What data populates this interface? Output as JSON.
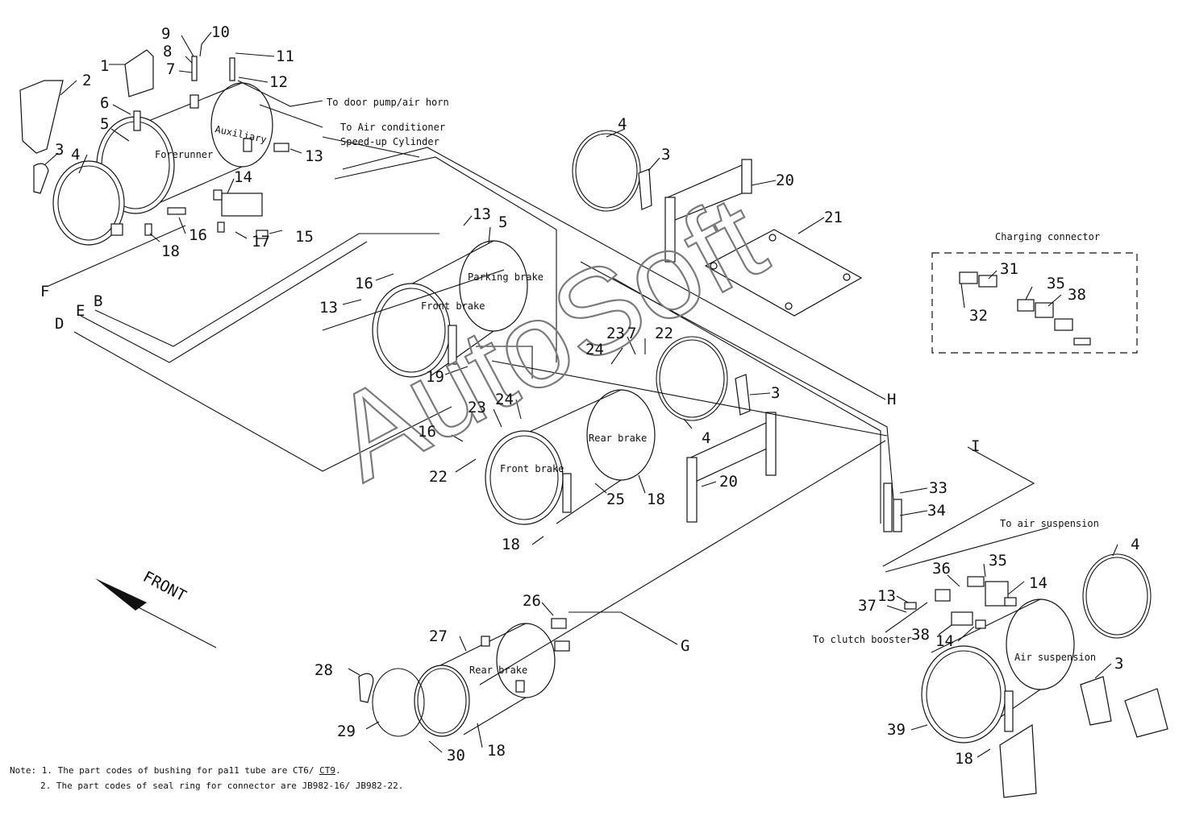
{
  "watermark": "AutoSoft",
  "labels": {
    "n1": "1",
    "n2": "2",
    "n3a": "3",
    "n4a": "4",
    "n5a": "5",
    "n6": "6",
    "n7": "7",
    "n8": "8",
    "n9": "9",
    "n10": "10",
    "n11": "11",
    "n12": "12",
    "n13a": "13",
    "n14a": "14",
    "n15": "15",
    "n16a": "16",
    "n17": "17",
    "n18a": "18",
    "n4b": "4",
    "n3b": "3",
    "n20a": "20",
    "n21": "21",
    "n13b": "13",
    "n5b": "5",
    "n16b": "16",
    "n13c": "13",
    "n19": "19",
    "n23a": "23",
    "n7b": "7",
    "n22a": "22",
    "n24a": "24",
    "n3c": "3",
    "n4c": "4",
    "n16c": "16",
    "n23b": "23",
    "n24b": "24",
    "n22b": "22",
    "n25": "25",
    "n18b": "18",
    "n18c": "18",
    "n20b": "20",
    "n31": "31",
    "n35a": "35",
    "n38a": "38",
    "n32": "32",
    "n33": "33",
    "n34": "34",
    "n4d": "4",
    "n36": "36",
    "n35b": "35",
    "n14b": "14",
    "n13d": "13",
    "n37": "37",
    "n38b": "38",
    "n14c": "14",
    "n3d": "3",
    "n39": "39",
    "n18d": "18",
    "n26": "26",
    "n27": "27",
    "n28": "28",
    "n29": "29",
    "n30": "30",
    "n18e": "18"
  },
  "letters": {
    "F": "F",
    "E": "E",
    "B": "B",
    "D": "D",
    "H": "H",
    "I": "I",
    "G": "G"
  },
  "captions": {
    "door_pump": "To door pump/air horn",
    "air_cond": "To Air conditioner",
    "speed_up": "Speed-up Cylinder",
    "auxiliary": "Auxiliary",
    "forerunner": "Forerunner",
    "parking_brake": "Parking brake",
    "front_brake_1": "Front brake",
    "rear_brake_1": "Rear brake",
    "front_brake_2": "Front brake",
    "charging_connector": "Charging connector",
    "to_air_suspension": "To air suspension",
    "to_clutch_booster": "To clutch booster",
    "air_suspension": "Air suspension",
    "rear_brake_2": "Rear brake",
    "front_arrow": "FRONT"
  },
  "notes": {
    "line1_prefix": "Note: 1. The part codes of bushing for pa11 tube are CT6/ ",
    "line1_link": "CT9",
    "line1_suffix": ".",
    "line2": "2. The part codes of seal ring for connector are JB982-16/ JB982-22."
  }
}
